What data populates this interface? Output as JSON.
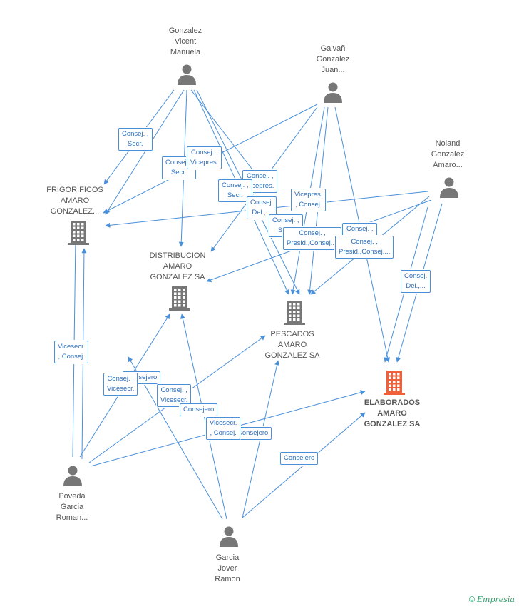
{
  "people": [
    {
      "id": "gvm",
      "label": "Gonzalez\nVicent\nManuela"
    },
    {
      "id": "ggj",
      "label": "Galvañ\nGonzalez\nJuan..."
    },
    {
      "id": "nga",
      "label": "Noland\nGonzalez\nAmaro..."
    },
    {
      "id": "pgr",
      "label": "Poveda\nGarcia\nRoman..."
    },
    {
      "id": "gjr",
      "label": "Garcia\nJover\nRamon"
    }
  ],
  "companies": [
    {
      "id": "frig",
      "label": "FRIGORIFICOS\nAMARO\nGONZALEZ...",
      "main": false
    },
    {
      "id": "dist",
      "label": "DISTRIBUCION\nAMARO\nGONZALEZ SA",
      "main": false
    },
    {
      "id": "pesc",
      "label": "PESCADOS\nAMARO\nGONZALEZ SA",
      "main": false
    },
    {
      "id": "elab",
      "label": "ELABORADOS\nAMARO\nGONZALEZ SA",
      "main": true
    }
  ],
  "edge_labels": [
    {
      "id": "e1",
      "text": "Consej. ,\nSecr."
    },
    {
      "id": "e2",
      "text": "Consej. ,\nSecr."
    },
    {
      "id": "e3",
      "text": "Consej. ,\nVicepres."
    },
    {
      "id": "e4",
      "text": "Consej. ,\nVicepres."
    },
    {
      "id": "e5",
      "text": "Consej. ,\nSecr."
    },
    {
      "id": "e6",
      "text": "Vicepres.\n, Consej."
    },
    {
      "id": "e7",
      "text": "Consej.\nDel.,..."
    },
    {
      "id": "e8",
      "text": "Consej. ,\nSecr."
    },
    {
      "id": "e9",
      "text": "Consej. ,\nPresid.,Consej...."
    },
    {
      "id": "e10",
      "text": "Consej. ,\nVicepres."
    },
    {
      "id": "e11",
      "text": "Consej. ,\nPresid.,Consej...."
    },
    {
      "id": "e12",
      "text": "Consej.\nDel.,..."
    },
    {
      "id": "e13",
      "text": "Vicesecr.\n, Consej."
    },
    {
      "id": "e14",
      "text": "Consejero"
    },
    {
      "id": "e15",
      "text": "Consej. ,\nVicesecr."
    },
    {
      "id": "e16",
      "text": "Consej. ,\nVicesecr."
    },
    {
      "id": "e17",
      "text": "Consejero"
    },
    {
      "id": "e18",
      "text": "Consejero"
    },
    {
      "id": "e19",
      "text": "Vicesecr.\n, Consej."
    },
    {
      "id": "e20",
      "text": "Consejero"
    }
  ],
  "colors": {
    "edge": "#4a90d9",
    "person": "#777777",
    "company": "#777777",
    "main_company": "#f0603a"
  },
  "footer": {
    "copyright": "©",
    "brand": "Empresia"
  }
}
